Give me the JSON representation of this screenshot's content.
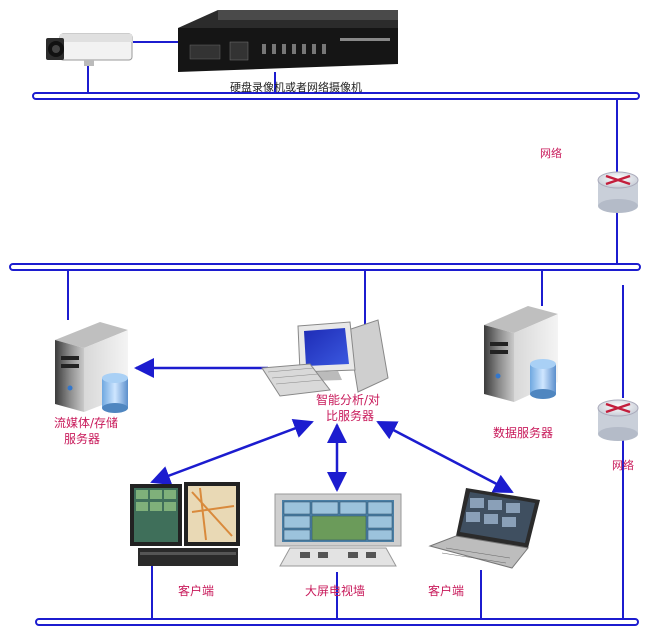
{
  "labels": {
    "dvr": "硬盘录像机或者网络摄像机",
    "network_top": "网络",
    "network_side": "网络",
    "stream_server_line1": "流媒体/存储",
    "stream_server_line2": "服务器",
    "analysis_server_line1": "智能分析/对",
    "analysis_server_line2": "比服务器",
    "database_server": "数据服务器",
    "client_left": "客户端",
    "tv_wall": "大屏电视墙",
    "client_right": "客户端"
  },
  "colors": {
    "bus": "#1c1ccf",
    "arrow": "#1c1ccf",
    "label_pink": "#c8195a"
  },
  "icons": {
    "camera": "cctv-camera-icon",
    "dvr": "dvr-recorder-icon",
    "router": "router-icon",
    "server": "server-tower-icon",
    "workstation": "desktop-computer-icon",
    "monitors": "monitor-stack-icon",
    "tv_wall": "video-wall-icon",
    "laptop": "laptop-icon"
  }
}
